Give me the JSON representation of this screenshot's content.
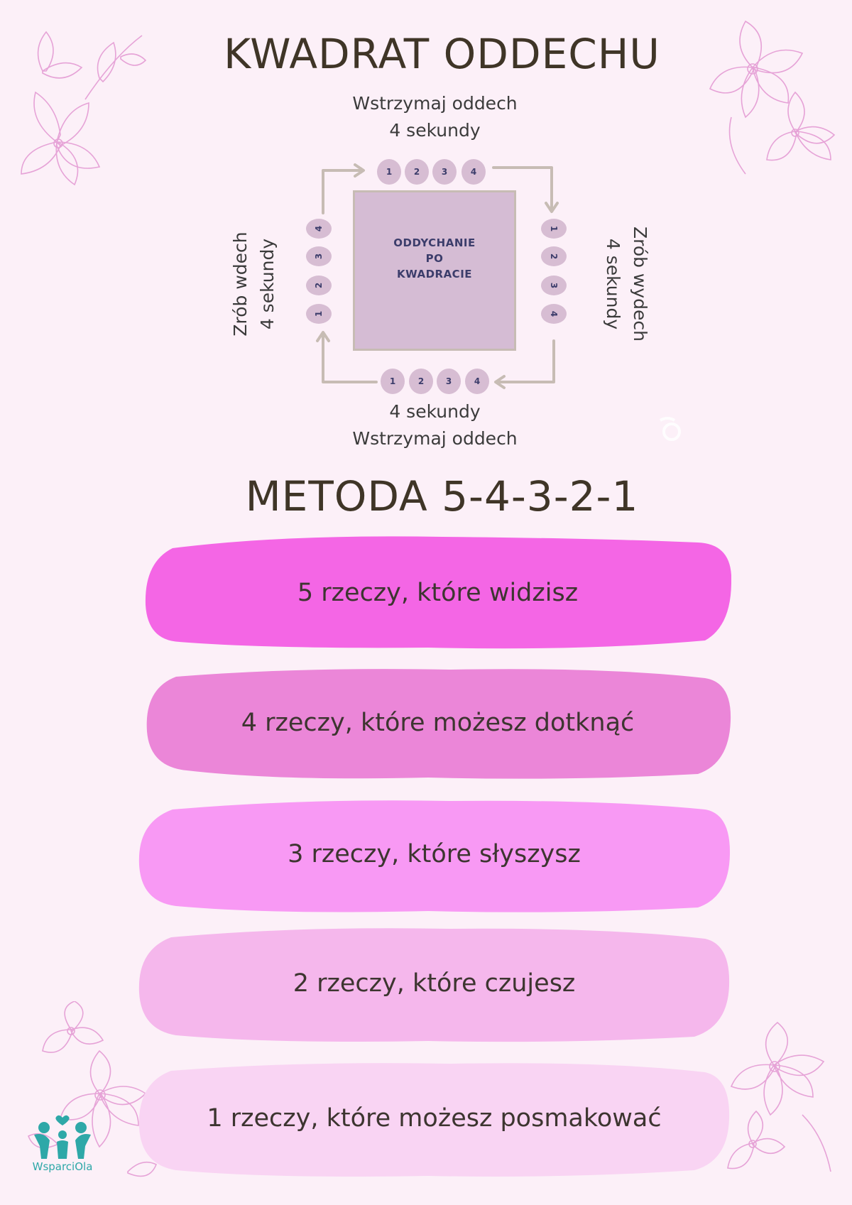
{
  "title": "KWADRAT ODDECHU",
  "diagram": {
    "top_label": [
      "Wstrzymaj oddech",
      "4 sekundy"
    ],
    "bottom_label": [
      "4 sekundy",
      "Wstrzymaj oddech"
    ],
    "left_label": [
      "Zrób wdech",
      "4 sekundy"
    ],
    "right_label": [
      "Zrób wydech",
      "4 sekundy"
    ],
    "center": [
      "ODDYCHANIE",
      "PO",
      "KWADRACIE"
    ],
    "counts": [
      "1",
      "2",
      "3",
      "4"
    ]
  },
  "method_title": "METODA 5-4-3-2-1",
  "method_items": [
    {
      "text": "5 rzeczy, które widzisz",
      "color": "#f466e5"
    },
    {
      "text": "4 rzeczy, które możesz dotknąć",
      "color": "#eb86d8"
    },
    {
      "text": "3 rzeczy, które słyszysz",
      "color": "#f899f4"
    },
    {
      "text": "2 rzeczy, które czujesz",
      "color": "#f5b7ec"
    },
    {
      "text": "1 rzeczy, które możesz posmakować",
      "color": "#f9d4f3"
    }
  ],
  "logo": {
    "name": "WsparciOla",
    "color": "#2ea8a8"
  },
  "colors": {
    "background": "#fcf0f8",
    "diagram_box": "#d5bcd4",
    "arrow": "#c7bcb4",
    "flower": "#e6a3d7"
  }
}
